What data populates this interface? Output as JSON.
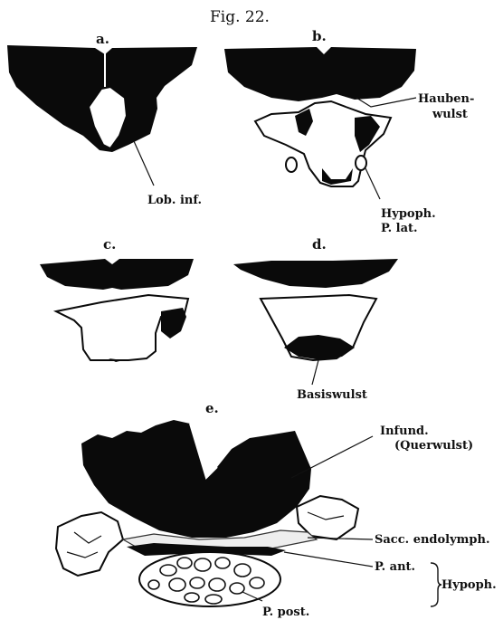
{
  "figure_title": "Fig. 22.",
  "panels": {
    "a": "a.",
    "b": "b.",
    "c": "c.",
    "d": "d.",
    "e": "e."
  },
  "labels": {
    "lob_inf": "Lob. inf.",
    "hauben_1": "Hauben-",
    "hauben_2": "wulst",
    "hypoph_1": "Hypoph.",
    "hypoph_2": "P. lat.",
    "basiswulst": "Basiswulst",
    "infund_1": "Infund.",
    "infund_2": "(Querwulst)",
    "sacc": "Sacc. endolymph.",
    "p_ant": "P. ant.",
    "hypoph_brace": "Hypoph.",
    "p_post": "P. post."
  },
  "colors": {
    "ink": "#0a0a0a",
    "paper": "#ffffff"
  }
}
